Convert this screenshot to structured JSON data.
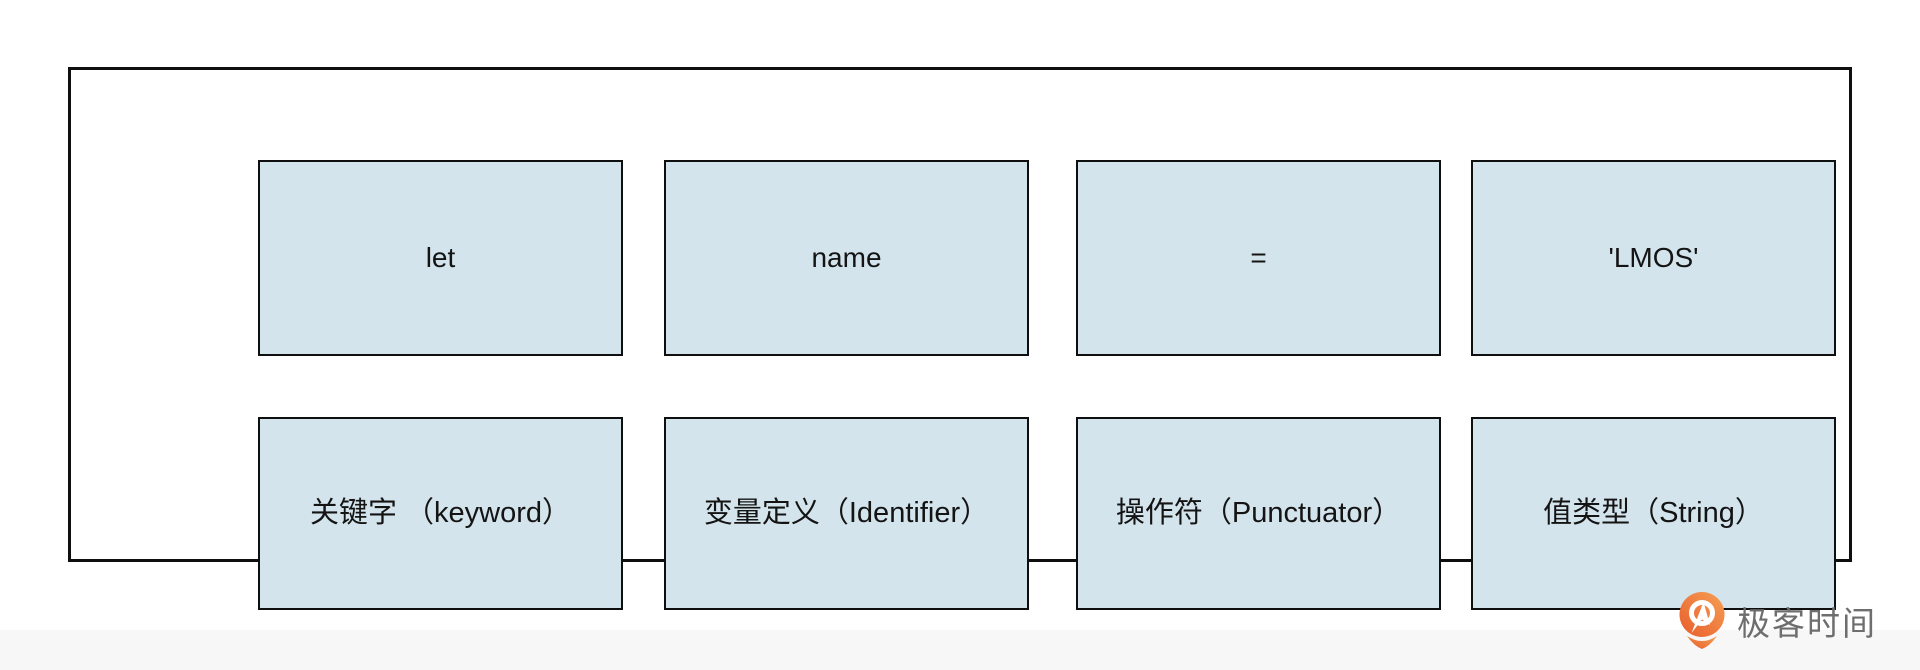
{
  "diagram": {
    "tokens": [
      {
        "text": "let"
      },
      {
        "text": "name"
      },
      {
        "text": "="
      },
      {
        "text": "'LMOS'"
      }
    ],
    "labels": [
      {
        "text": "关键字 （keyword）"
      },
      {
        "text": "变量定义（Identifier）"
      },
      {
        "text": "操作符（Punctuator）"
      },
      {
        "text": "值类型（String）"
      }
    ]
  },
  "footer": {
    "brand_text": "极客时间",
    "brand_icon": "geektime-pin-icon"
  },
  "colors": {
    "box_fill": "#d4e4ec",
    "box_border": "#0f0f0f",
    "frame_border": "#0f0f0f",
    "footer_band": "#f7f7f7",
    "brand_orange_light": "#f6a054",
    "brand_orange_dark": "#e85c2b",
    "brand_text_gray": "#6e6e6e",
    "text_color": "#141414"
  }
}
